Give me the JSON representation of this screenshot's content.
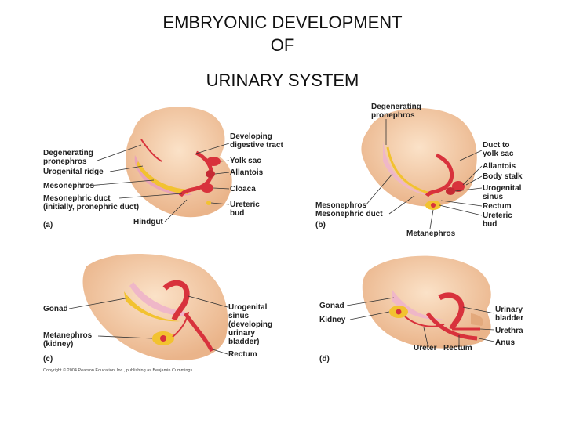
{
  "title": {
    "line1": "EMBRYONIC DEVELOPMENT",
    "line2": "OF",
    "line3": "URINARY SYSTEM"
  },
  "panels": {
    "a": {
      "label": "(a)",
      "left": [
        "Degenerating",
        "pronephros",
        "Urogenital ridge",
        "Mesonephros",
        "Mesonephric duct",
        "(initially, pronephric duct)"
      ],
      "right": [
        "Developing",
        "digestive tract",
        "Yolk sac",
        "Allantois",
        "Cloaca",
        "Ureteric",
        "bud"
      ],
      "bottom": "Hindgut"
    },
    "b": {
      "label": "(b)",
      "top": [
        "Degenerating",
        "pronephros"
      ],
      "left": [
        "Mesonephros",
        "Mesonephric duct"
      ],
      "right": [
        "Duct to",
        "yolk sac",
        "Allantois",
        "Body stalk",
        "Urogenital",
        "sinus",
        "Rectum",
        "Ureteric",
        "bud"
      ],
      "bottom": "Metanephros"
    },
    "c": {
      "label": "(c)",
      "left": [
        "Gonad",
        "Metanephros",
        "(kidney)"
      ],
      "right": [
        "Urogenital",
        "sinus",
        "(developing",
        "urinary",
        "bladder)",
        "Rectum"
      ]
    },
    "d": {
      "label": "(d)",
      "left": [
        "Gonad",
        "Kidney"
      ],
      "right": [
        "Urinary",
        "bladder",
        "Urethra",
        "Anus"
      ],
      "bottom": [
        "Ureter",
        "Rectum"
      ]
    }
  },
  "copyright": "Copyright © 2004 Pearson Education, Inc., publishing as Benjamin Cummings.",
  "colors": {
    "tissue": "#f3c9a2",
    "tissue_dark": "#e3a97c",
    "organ_red": "#d8323c",
    "kidney_yellow": "#f2c230",
    "mesonephros_pink": "#efb7c8"
  }
}
